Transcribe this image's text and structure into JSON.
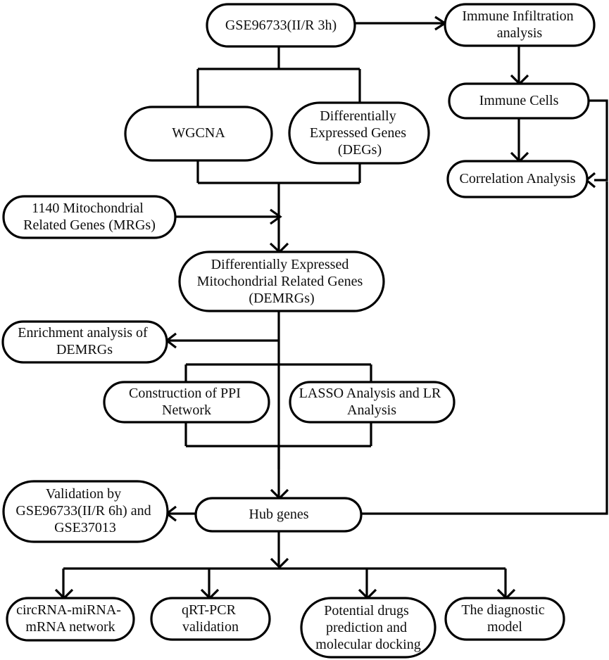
{
  "diagram": {
    "title": "Study workflow flowchart",
    "type": "flowchart",
    "background_color": "#ffffff",
    "line_color": "#000000",
    "text_color": "#0d0d0d",
    "nodes": {
      "dataset_3h": {
        "label": "GSE96733(II/R 3h)",
        "lines": [
          "GSE96733(II/R 3h)"
        ],
        "shape": "stadium"
      },
      "immune_infiltration": {
        "label": "Immune Infiltration analysis",
        "lines": [
          "Immune Infiltration",
          "analysis"
        ],
        "shape": "stadium"
      },
      "immune_cells": {
        "label": "Immune Cells",
        "lines": [
          "Immune Cells"
        ],
        "shape": "stadium"
      },
      "correlation_analysis": {
        "label": "Correlation Analysis",
        "lines": [
          "Correlation Analysis"
        ],
        "shape": "stadium"
      },
      "wgcna": {
        "label": "WGCNA",
        "lines": [
          "WGCNA"
        ],
        "shape": "stadium"
      },
      "degs": {
        "label": "Differentially Expressed Genes (DEGs)",
        "lines": [
          "Differentially",
          "Expressed Genes",
          "(DEGs)"
        ],
        "shape": "stadium"
      },
      "mrgs": {
        "label": "1140 Mitochondrial Related Genes (MRGs)",
        "lines": [
          "1140 Mitochondrial",
          "Related Genes (MRGs)"
        ],
        "shape": "stadium"
      },
      "demrgs": {
        "label": "Differentially Expressed Mitochondrial Related Genes (DEMRGs)",
        "lines": [
          "Differentially Expressed",
          "Mitochondrial Related Genes",
          "(DEMRGs)"
        ],
        "shape": "stadium"
      },
      "enrichment": {
        "label": "Enrichment analysis of DEMRGs",
        "lines": [
          "Enrichment analysis of",
          "DEMRGs"
        ],
        "shape": "stadium"
      },
      "ppi": {
        "label": "Construction of PPI Network",
        "lines": [
          "Construction of PPI",
          "Network"
        ],
        "shape": "stadium"
      },
      "lasso": {
        "label": "LASSO Analysis and LR Analysis",
        "lines": [
          "LASSO Analysis and LR",
          "Analysis"
        ],
        "shape": "stadium"
      },
      "validation": {
        "label": "Validation by GSE96733(II/R 6h) and GSE37013",
        "lines": [
          "Validation by",
          "GSE96733(II/R 6h) and",
          "GSE37013"
        ],
        "shape": "stadium"
      },
      "hub_genes": {
        "label": "Hub genes",
        "lines": [
          "Hub genes"
        ],
        "shape": "stadium"
      },
      "circrna": {
        "label": "circRNA-miRNA-mRNA network",
        "lines": [
          "circRNA-miRNA-",
          "mRNA network"
        ],
        "shape": "stadium"
      },
      "qrtpcr": {
        "label": "qRT-PCR validation",
        "lines": [
          "qRT-PCR",
          "validation"
        ],
        "shape": "stadium"
      },
      "drugs": {
        "label": "Potential drugs prediction and molecular docking",
        "lines": [
          "Potential drugs",
          "prediction and",
          "molecular docking"
        ],
        "shape": "stadium"
      },
      "diagnostic_model": {
        "label": "The diagnostic model",
        "lines": [
          "The diagnostic",
          "model"
        ],
        "shape": "stadium"
      }
    },
    "edges": [
      {
        "from": "dataset_3h",
        "to": "immune_infiltration",
        "arrow": true
      },
      {
        "from": "dataset_3h",
        "to": "wgcna",
        "arrow": false
      },
      {
        "from": "dataset_3h",
        "to": "degs",
        "arrow": false
      },
      {
        "from": "immune_infiltration",
        "to": "immune_cells",
        "arrow": true
      },
      {
        "from": "immune_cells",
        "to": "correlation_analysis",
        "arrow": true
      },
      {
        "from": "immune_cells",
        "to": "correlation_analysis",
        "arrow": true,
        "note": "right side loop"
      },
      {
        "from": "wgcna",
        "to": "demrgs",
        "arrow": true
      },
      {
        "from": "degs",
        "to": "demrgs",
        "arrow": true
      },
      {
        "from": "mrgs",
        "to": "demrgs",
        "arrow": true
      },
      {
        "from": "demrgs",
        "to": "enrichment",
        "arrow": true
      },
      {
        "from": "demrgs",
        "to": "ppi",
        "arrow": false
      },
      {
        "from": "demrgs",
        "to": "lasso",
        "arrow": false
      },
      {
        "from": "ppi",
        "to": "hub_genes",
        "arrow": true
      },
      {
        "from": "lasso",
        "to": "hub_genes",
        "arrow": true
      },
      {
        "from": "hub_genes",
        "to": "validation",
        "arrow": true
      },
      {
        "from": "hub_genes",
        "to": "correlation_analysis",
        "arrow": true,
        "note": "far right vertical"
      },
      {
        "from": "hub_genes",
        "to": "circrna",
        "arrow": true
      },
      {
        "from": "hub_genes",
        "to": "qrtpcr",
        "arrow": true
      },
      {
        "from": "hub_genes",
        "to": "drugs",
        "arrow": true
      },
      {
        "from": "hub_genes",
        "to": "diagnostic_model",
        "arrow": true
      }
    ]
  }
}
